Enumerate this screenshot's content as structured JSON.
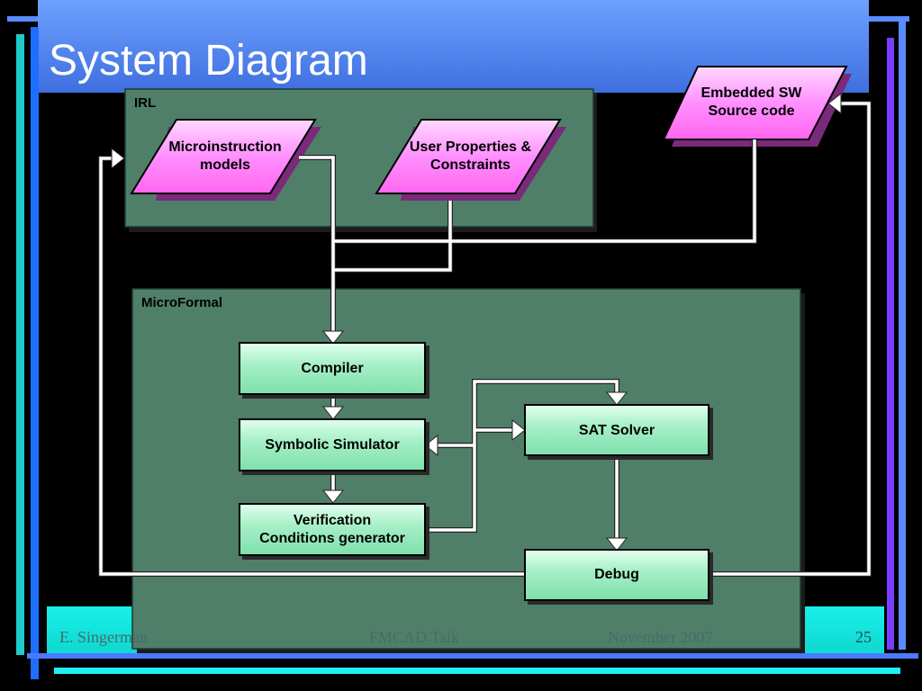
{
  "slide": {
    "title": "System Diagram",
    "footer": {
      "author": "E. Singerman",
      "event": "FMCAD Talk",
      "date": "November 2007",
      "page": "25"
    }
  },
  "diagram": {
    "groups": {
      "irl": "IRL",
      "microformal": "MicroFormal"
    },
    "inputs": {
      "microinstruction": [
        "Microinstruction",
        "models"
      ],
      "user_properties": [
        "User Properties &",
        "Constraints"
      ],
      "embedded_sw": [
        "Embedded SW",
        "Source code"
      ]
    },
    "blocks": {
      "compiler": "Compiler",
      "symbolic_simulator": "Symbolic Simulator",
      "vc_generator": [
        "Verification",
        "Conditions generator"
      ],
      "sat_solver": "SAT Solver",
      "debug": "Debug"
    },
    "colors": {
      "title_bar": "#5f8ff5",
      "group_fill": "#4f7f68",
      "input_fill": "#ff88ff",
      "block_fill": "#a8f0c8",
      "footer_band": "#13e8e0",
      "connector": "#ffffff"
    }
  }
}
